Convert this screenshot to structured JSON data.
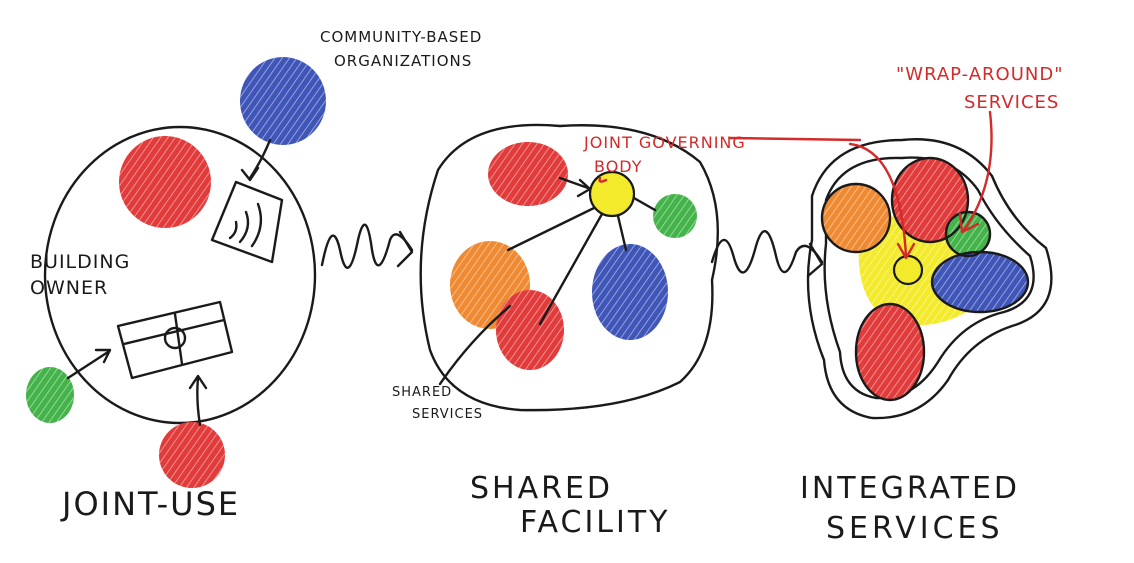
{
  "colors": {
    "red": "#e23b3b",
    "blue": "#3f56b8",
    "green": "#44b34a",
    "orange": "#ef8a32",
    "yellow": "#f2ea2a",
    "annotation_red": "#d42a2a",
    "ink": "#1a1a1a"
  },
  "panels": {
    "joint_use": {
      "title": "JOINT-USE",
      "building_owner_line1": "BUILDING",
      "building_owner_line2": "OWNER",
      "cbo_line1": "COMMUNITY-BASED",
      "cbo_line2": "ORGANIZATIONS"
    },
    "shared_facility": {
      "title_line1": "SHARED",
      "title_line2": "FACILITY",
      "shared_services_line1": "SHARED",
      "shared_services_line2": "SERVICES",
      "joint_governing_line1": "JOINT GOVERNING",
      "joint_governing_line2": "BODY"
    },
    "integrated_services": {
      "title_line1": "INTEGRATED",
      "title_line2": "SERVICES",
      "wrap_around_line1": "\"WRAP-AROUND\"",
      "wrap_around_line2": "SERVICES"
    }
  },
  "icons": [
    "squiggle-arrow-icon",
    "court-icon",
    "wifi-signal-icon"
  ]
}
